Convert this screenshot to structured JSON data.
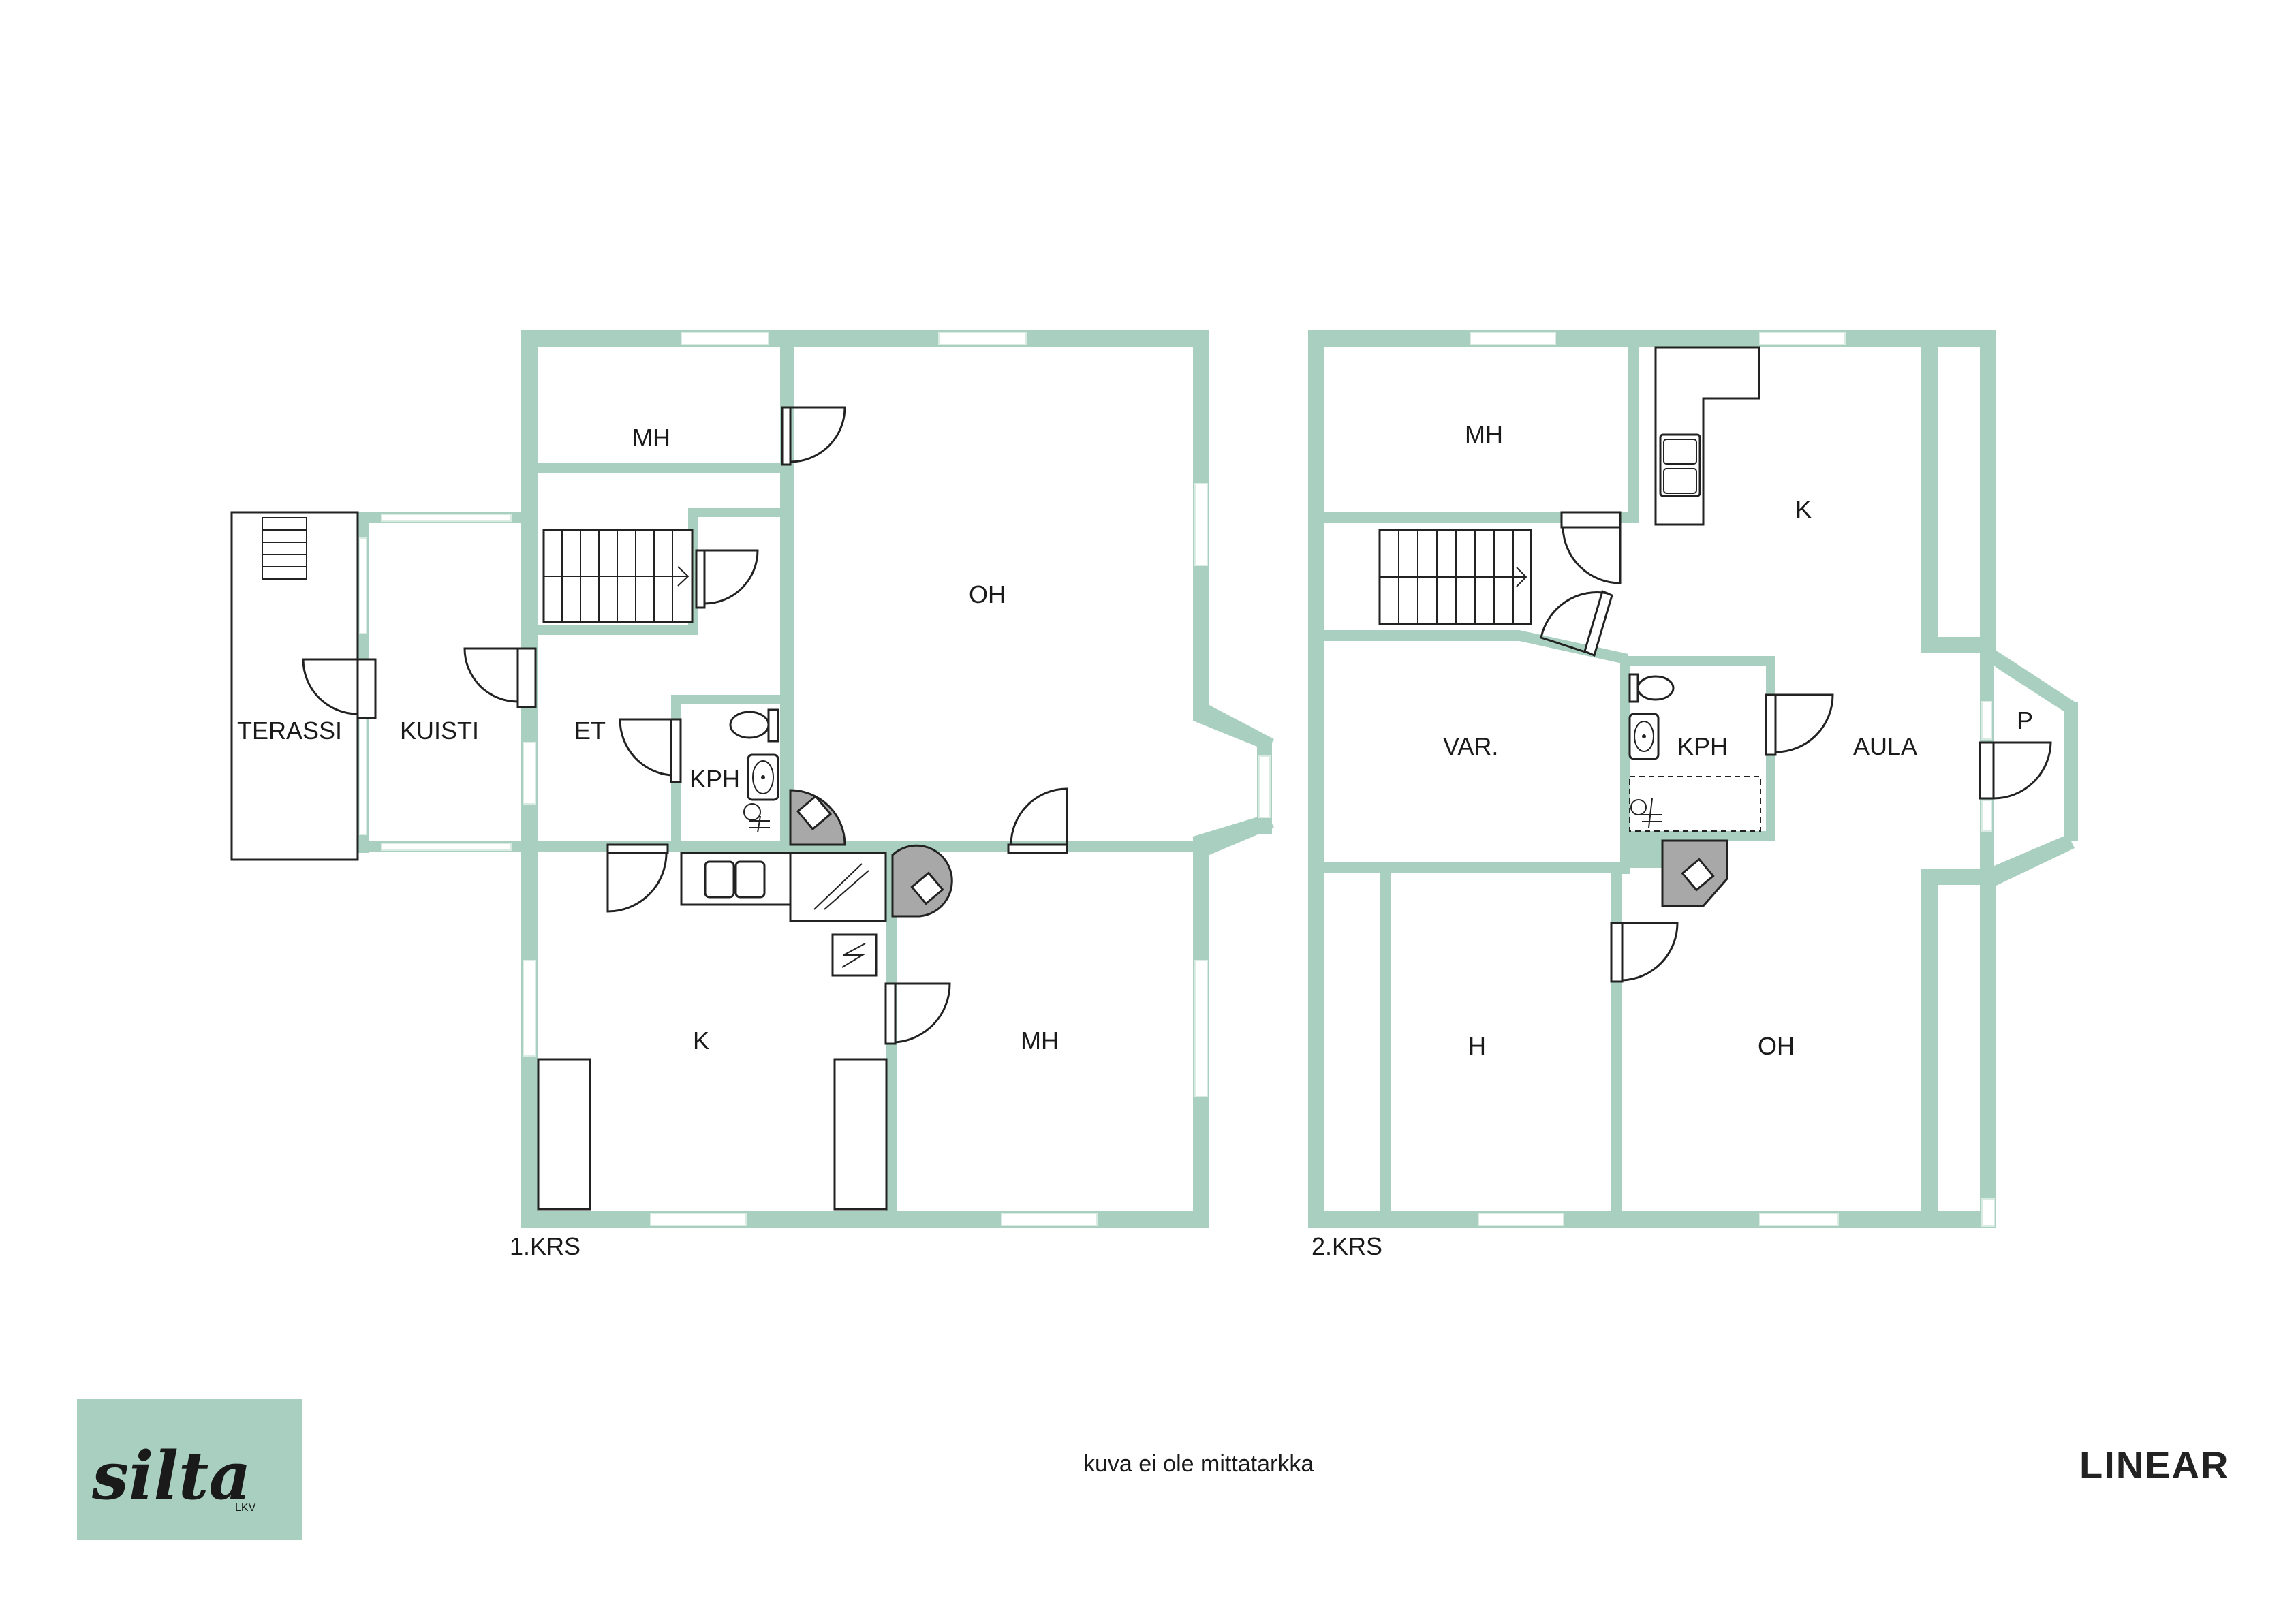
{
  "floor1": {
    "label": "1.KRS",
    "rooms": {
      "mh_top": "MH",
      "oh": "OH",
      "terassi": "TERASSI",
      "kuisti": "KUISTI",
      "et": "ET",
      "kph": "KPH",
      "k": "K",
      "mh_bottom": "MH"
    }
  },
  "floor2": {
    "label": "2.KRS",
    "rooms": {
      "mh": "MH",
      "k": "K",
      "var": "VAR.",
      "kph": "KPH",
      "aula": "AULA",
      "p": "P",
      "h": "H",
      "oh": "OH"
    }
  },
  "note": "kuva ei ole mittatarkka",
  "logo": {
    "word": "silta",
    "sub": "LKV"
  },
  "brand": "LINEAR",
  "colors": {
    "wall": "#a8cfbf",
    "logo_bg": "#a8cfbf",
    "fixture_grey": "#a8a8a8"
  }
}
